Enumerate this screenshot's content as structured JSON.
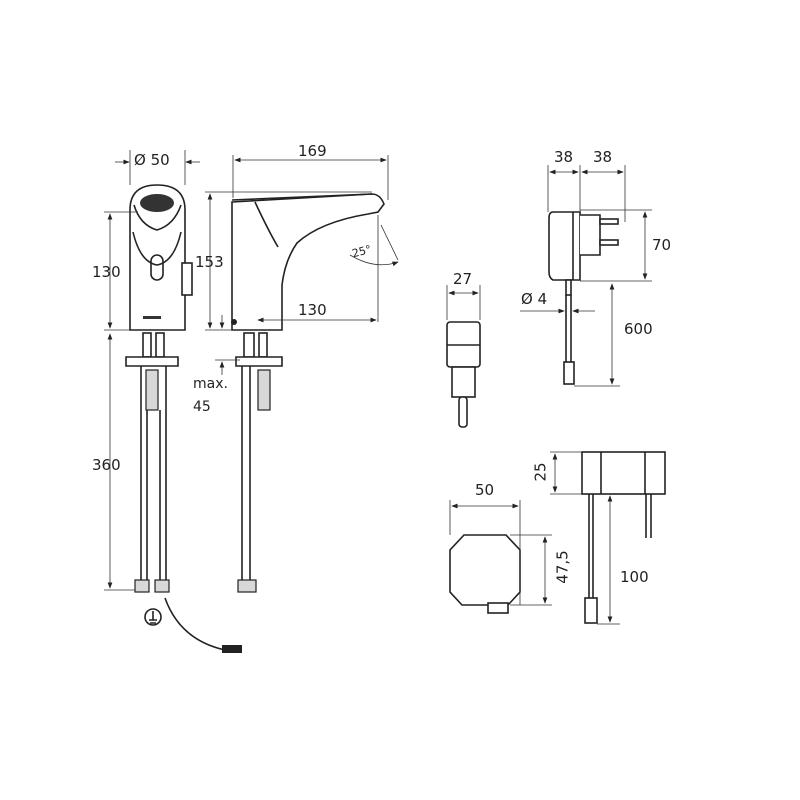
{
  "dimensions": {
    "front_diameter": "Ø 50",
    "front_height": "130",
    "hose_length": "360",
    "spout_length": "169",
    "spout_height": "153",
    "spout_reach": "130",
    "spray_angle": "25°",
    "max_label": "max.",
    "max_value": "45",
    "plug_width": "27",
    "adapter_depth_1": "38",
    "adapter_depth_2": "38",
    "adapter_height": "70",
    "cable_diameter": "Ø 4",
    "cable_length": "600",
    "box_width": "50",
    "box_depth": "47,5",
    "box_height": "25",
    "box_cable_length": "100"
  }
}
